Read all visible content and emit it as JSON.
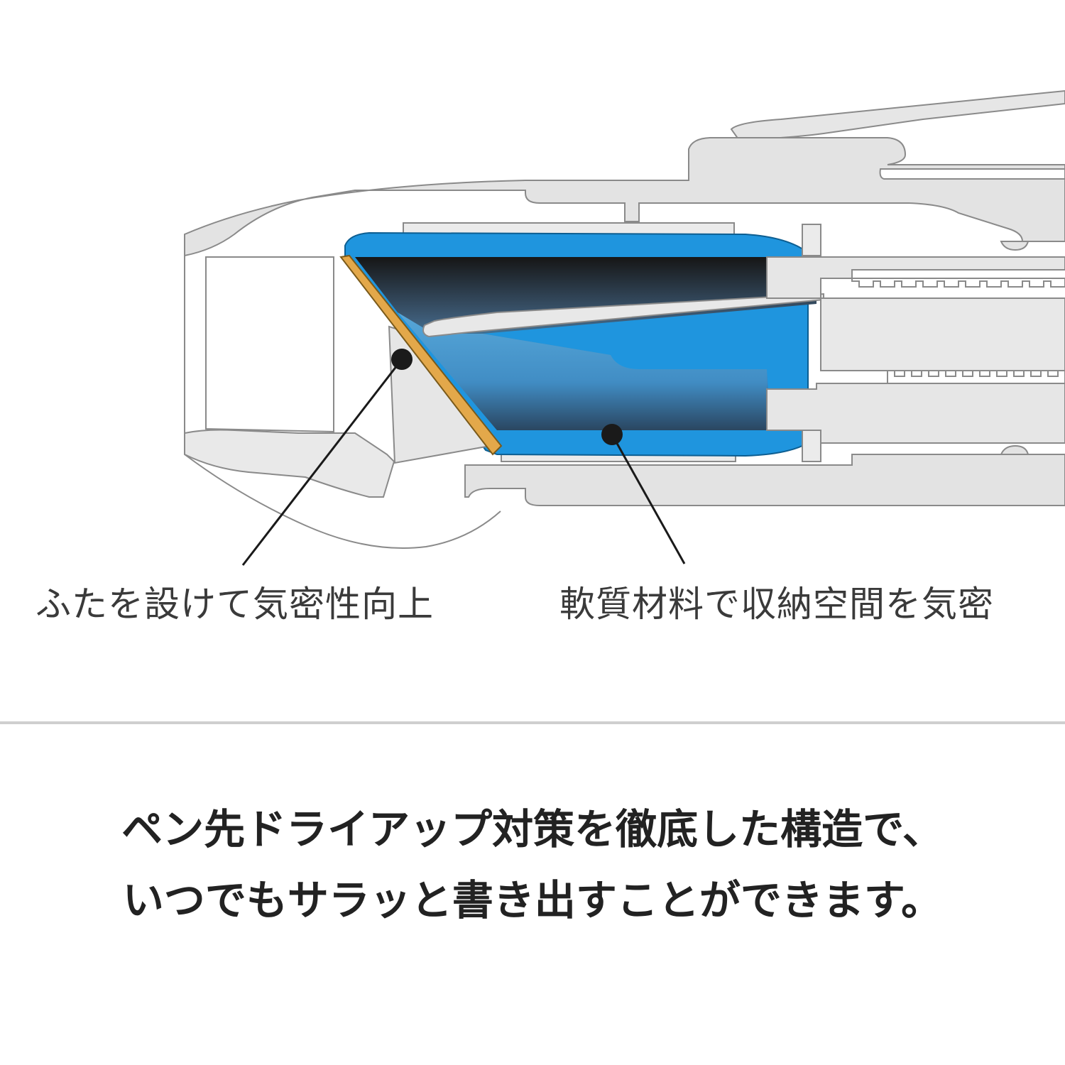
{
  "diagram": {
    "callouts": {
      "lid": "ふたを設けて気密性向上",
      "soft_material": "軟質材料で収納空間を気密"
    },
    "colors": {
      "body_fill": "#e3e3e3",
      "body_stroke": "#8a8a8a",
      "seal_blue": "#1f95de",
      "chamber_dark": "#1c1c1c",
      "chamber_blue": "#4aaee6",
      "lid_gold": "#e3a84a",
      "leader_line": "#1a1a1a"
    }
  },
  "caption": {
    "line1": "ペン先ドライアップ対策を徹底した構造で、",
    "line2": "いつでもサラッと書き出すことができます。"
  }
}
